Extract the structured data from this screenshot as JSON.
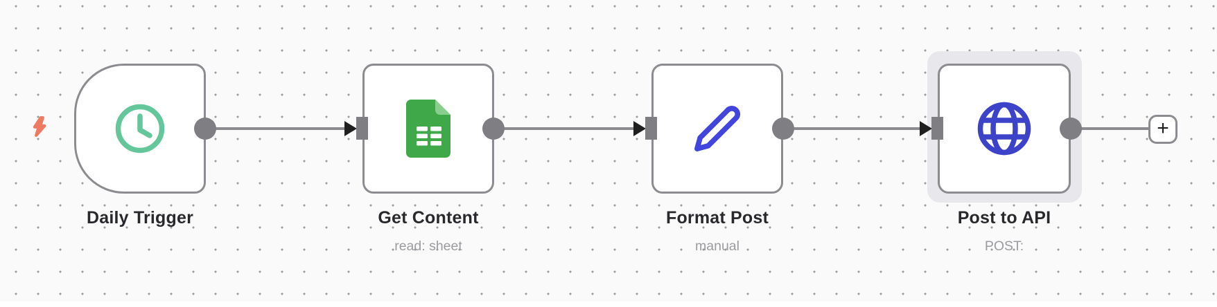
{
  "canvas": {
    "background": "#fafafa",
    "dot_color": "#9a9a9a",
    "node_border_color": "#8c8c90",
    "connection_color": "#8c8c90",
    "arrow_color": "#1f1f1f",
    "selection_halo_color": "#e8e8ec",
    "label_color": "#28282d",
    "subtitle_color": "#9b9ba1"
  },
  "trigger_indicator": {
    "icon": "lightning-bolt-icon",
    "color": "#ee7a62"
  },
  "nodes": [
    {
      "label": "Daily Trigger",
      "subtitle": "",
      "icon": "clock-icon",
      "icon_color": "#64c69b",
      "shape": "trigger-rounded-left",
      "selected": false
    },
    {
      "label": "Get Content",
      "subtitle": "read: sheet",
      "icon": "google-sheets-icon",
      "icon_color": "#3fa94a",
      "icon_fold_color": "#8ace8e",
      "shape": "square",
      "selected": false
    },
    {
      "label": "Format Post",
      "subtitle": "manual",
      "icon": "pencil-icon",
      "icon_color": "#4144dd",
      "shape": "square",
      "selected": false
    },
    {
      "label": "Post to API",
      "subtitle": "POST:",
      "icon": "globe-icon",
      "icon_color": "#3c43c9",
      "shape": "square",
      "selected": true
    }
  ],
  "add_node_button": {
    "label": "+"
  }
}
